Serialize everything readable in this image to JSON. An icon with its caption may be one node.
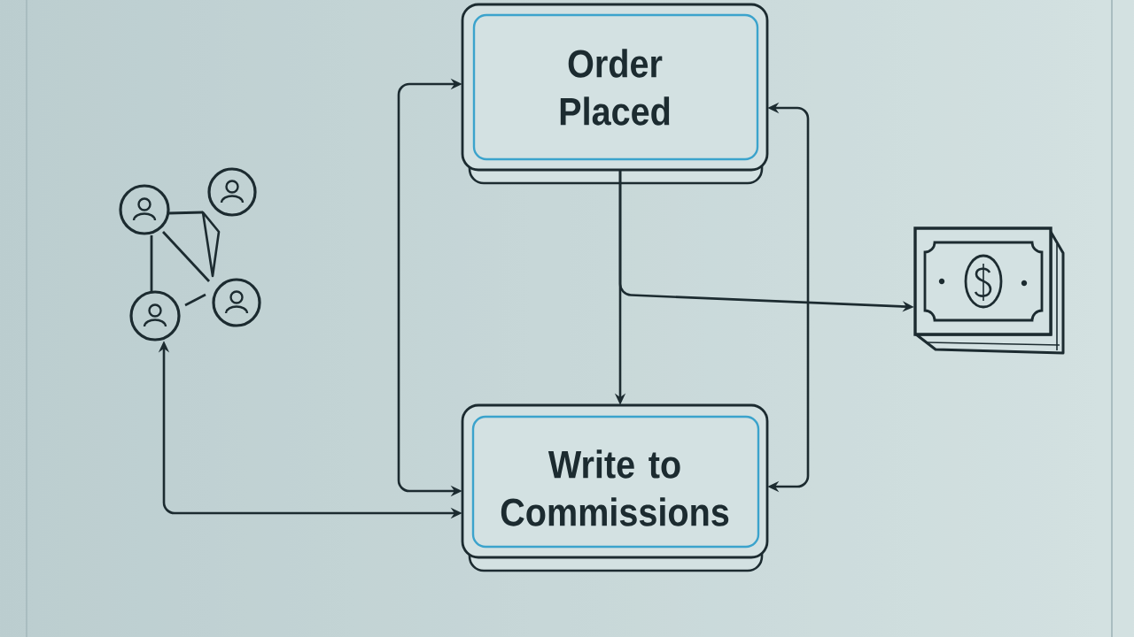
{
  "diagram": {
    "nodes": [
      {
        "text": [],
        "shape": "picture"
      },
      {
        "text": [
          "Order Placed"
        ]
      },
      {
        "text": [
          "Write to Commissions"
        ]
      },
      {
        "text": [],
        "shape": "picture"
      }
    ],
    "edges": [
      {
        "from": 1,
        "to": 2,
        "arrow": "both"
      },
      {
        "from": 0,
        "to": 2,
        "arrow": "both"
      },
      {
        "from": 1,
        "to": 3,
        "arrow": "to"
      },
      {
        "from": 1,
        "to": 2,
        "arrow": "to"
      },
      {
        "from": 1,
        "to": 2,
        "arrow": "both"
      }
    ]
  }
}
